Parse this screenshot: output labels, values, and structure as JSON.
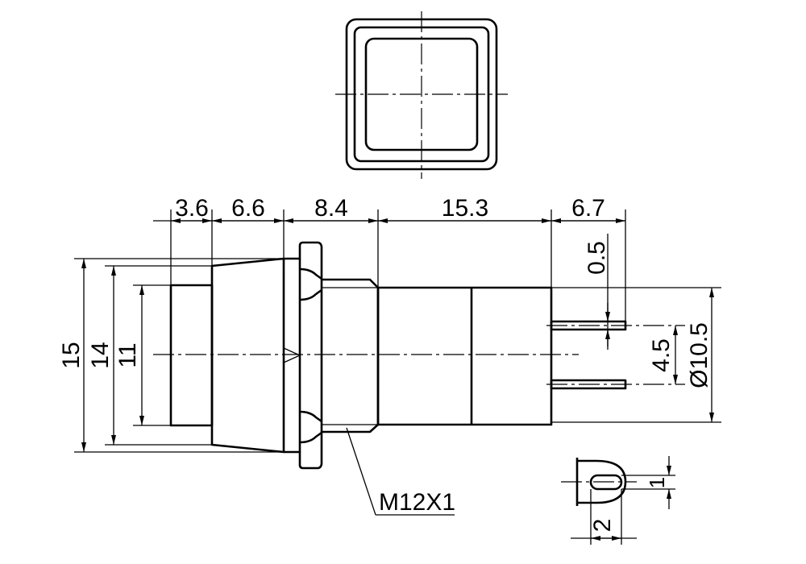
{
  "drawing": {
    "dimensions": {
      "d_3_6": "3.6",
      "d_6_6": "6.6",
      "d_8_4": "8.4",
      "d_15_3": "15.3",
      "d_6_7": "6.7",
      "d_0_5": "0.5",
      "d_4_5": "4.5",
      "d_10_5": "Ø10.5",
      "d_15": "15",
      "d_14": "14",
      "d_11": "11",
      "d_thread": "M12X1",
      "d_1": "1",
      "d_2": "2"
    }
  }
}
